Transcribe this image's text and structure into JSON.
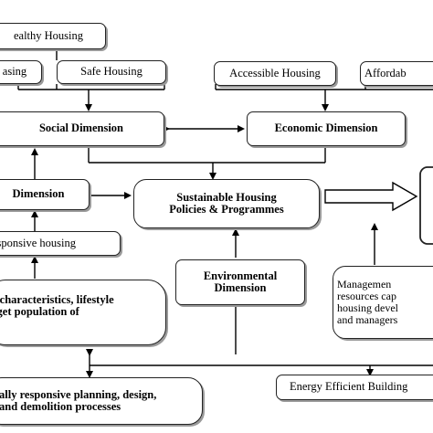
{
  "diagram": {
    "nodes": {
      "healthy_housing": "ealthy Housing",
      "left_housing": "asing",
      "safe_housing": "Safe Housing",
      "accessible_housing": "Accessible Housing",
      "affordable_housing": "Affordab",
      "social_dimension": "Social Dimension",
      "economic_dimension": "Economic Dimension",
      "cultural_dimension": "Dimension",
      "sustainable_policies": "Sustainable Housing\nPolicies & Programmes",
      "responsive_housing": "esponsive housing",
      "environmental_dimension": "Environmental\nDimension",
      "characteristics": "c characteristics, lifestyle\nrget population of\ns",
      "management": "Managemen\nresources cap\nhousing devel\nand managers",
      "planning": "ally responsive planning, design,\nand demolition processes",
      "energy_buildings": "Energy Efficient Building"
    }
  }
}
